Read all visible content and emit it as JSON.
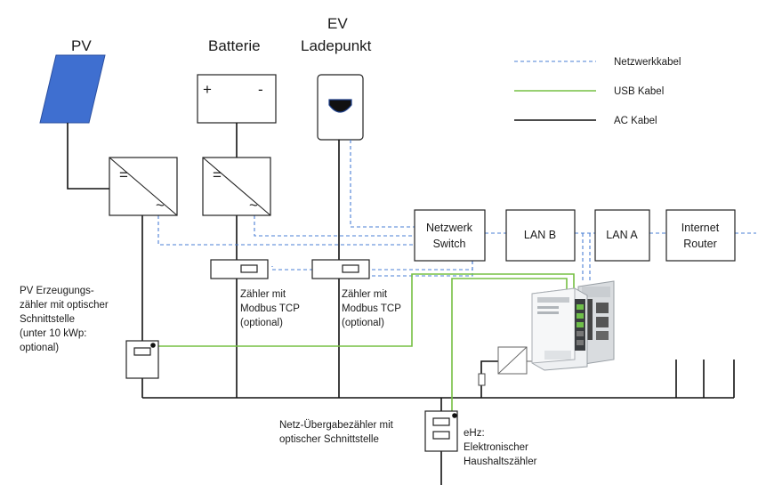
{
  "labels": {
    "pv": "PV",
    "batterie": "Batterie",
    "ev_line1": "EV",
    "ev_line2": "Ladepunkt",
    "battery_plus": "+",
    "battery_minus": "-",
    "inverter_dc": "=",
    "inverter_ac": "~",
    "switch_line1": "Netzwerk",
    "switch_line2": "Switch",
    "lan_b": "LAN B",
    "lan_a": "LAN A",
    "router_line1": "Internet",
    "router_line2": "Router",
    "meter_modbus_1": [
      "Zähler mit",
      "Modbus TCP",
      "(optional)"
    ],
    "meter_modbus_2": [
      "Zähler mit",
      "Modbus TCP",
      "(optional)"
    ],
    "pv_meter": [
      "PV Erzeugungs-",
      "zähler mit optischer",
      "Schnittstelle",
      "(unter 10 kWp:",
      "optional)"
    ],
    "grid_meter": [
      "Netz-Übergabezähler mit",
      "optischer Schnittstelle"
    ],
    "ehz": [
      "eHz:",
      "Elektronischer",
      "Haushaltszähler"
    ]
  },
  "legend": [
    {
      "label": "Netzwerkkabel",
      "style": "dashed",
      "color": "#4a7fd4"
    },
    {
      "label": "USB Kabel",
      "style": "solid",
      "color": "#76c043"
    },
    {
      "label": "AC Kabel",
      "style": "solid",
      "color": "#111111"
    }
  ],
  "colors": {
    "pv_panel": "#3f6fd0",
    "network": "#4a7fd4",
    "usb": "#76c043",
    "ac": "#111111"
  }
}
